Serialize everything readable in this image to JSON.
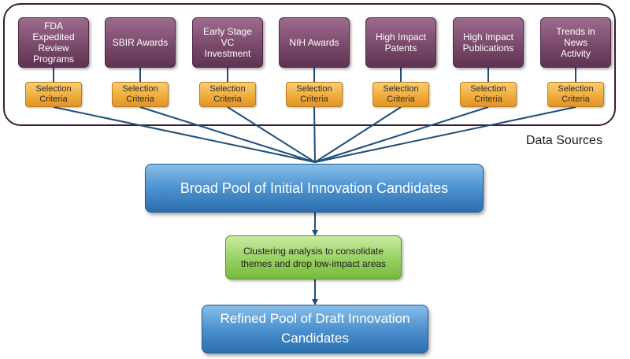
{
  "data_sources": [
    {
      "label": "FDA\nExpedited\nReview\nPrograms"
    },
    {
      "label": "SBIR Awards"
    },
    {
      "label": "Early Stage\nVC\nInvestment"
    },
    {
      "label": "NIH Awards"
    },
    {
      "label": "High Impact\nPatents"
    },
    {
      "label": "High Impact\nPublications"
    },
    {
      "label": "Trends in\nNews\nActivity"
    }
  ],
  "selection_criteria_label": "Selection\nCriteria",
  "data_sources_caption": "Data Sources",
  "broad_pool": "Broad Pool of Initial Innovation Candidates",
  "clustering": "Clustering analysis to consolidate\nthemes and drop  low-impact areas",
  "refined_pool": "Refined Pool of Draft Innovation\nCandidates",
  "colors": {
    "frame": "#3b1e36",
    "source_box": "#7a4a6b",
    "criteria_box": "#f0aa38",
    "blue_box": "#4f93d0",
    "green_box": "#95d160",
    "connector": "#1f4e79"
  }
}
